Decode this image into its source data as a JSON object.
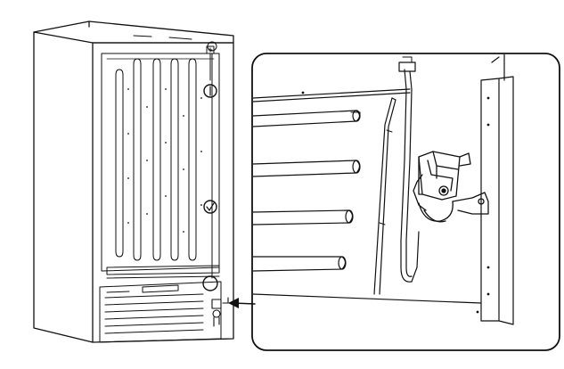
{
  "figure": {
    "left_view": "refrigerator-rear-view",
    "right_view": "detail-callout-water-valve",
    "callout_markers": [
      "circle-marker",
      "circle-marker",
      "circle-marker",
      "circle-marker"
    ],
    "pointer": "arrow-to-detail",
    "colors": {
      "line": "#111111",
      "background": "#ffffff"
    }
  }
}
